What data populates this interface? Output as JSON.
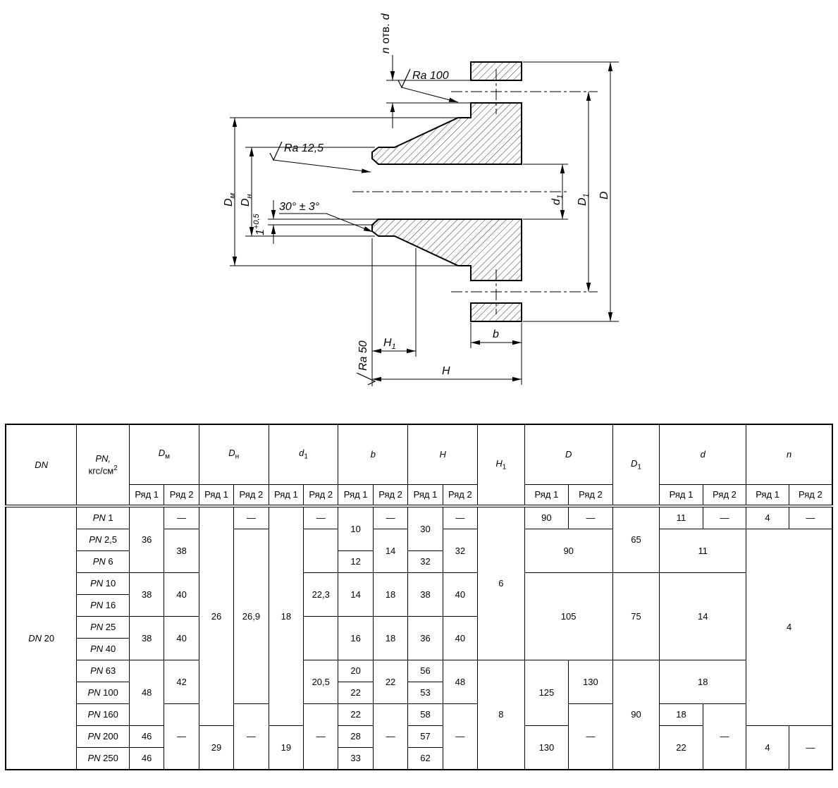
{
  "drawing": {
    "labels": {
      "n_holes": {
        "n": "n",
        "otv": "отв.",
        "d": "d"
      },
      "ra100": "Ra 100",
      "ra125": "Ra 12,5",
      "ra50": "Ra 50",
      "chamfer": {
        "base": "1",
        "sup": "+0,5"
      },
      "angle": "30° ± 3°",
      "dm": {
        "base": "D",
        "sub": "м"
      },
      "dn": {
        "base": "D",
        "sub": "н"
      },
      "d1": {
        "base": "d",
        "sub": "1"
      },
      "D1": {
        "base": "D",
        "sub": "1"
      },
      "D": "D",
      "H1": {
        "base": "H",
        "sub": "1"
      },
      "H": "H",
      "b": "b"
    }
  },
  "table": {
    "header": {
      "dn": "DN",
      "pn": {
        "base": "PN,",
        "unit": "кгс/см",
        "sup": "2"
      },
      "dm": {
        "base": "D",
        "sub": "м"
      },
      "dnn": {
        "base": "D",
        "sub": "н"
      },
      "d1": {
        "base": "d",
        "sub": "1"
      },
      "b": "b",
      "H": "H",
      "H1": {
        "base": "H",
        "sub": "1"
      },
      "D": "D",
      "D1": {
        "base": "D",
        "sub": "1"
      },
      "d": "d",
      "n": "n",
      "row1": "Ряд 1",
      "row2": "Ряд 2"
    },
    "dn_prefix": "DN",
    "dn_num": "20",
    "pn_prefix": "PN",
    "pn_rows": [
      "1",
      "2,5",
      "6",
      "10",
      "16",
      "25",
      "40",
      "63",
      "100",
      "160",
      "200",
      "250"
    ],
    "cells": {
      "dm1_a": "36",
      "dm1_b": "38",
      "dm1_c": "38",
      "dm1_d": "48",
      "dm1_e": "46",
      "dm1_f": "46",
      "dm2_a": "—",
      "dm2_b": "38",
      "dm2_c": "40",
      "dm2_d": "40",
      "dm2_e": "42",
      "dm2_f": "—",
      "dn1_a": "26",
      "dn1_b": "29",
      "dn2_a": "—",
      "dn2_b": "26,9",
      "dn2_c": "—",
      "d11_a": "18",
      "d11_b": "19",
      "d12_a": "—",
      "d12_b": "",
      "d12_c": "22,3",
      "d12_d": "",
      "d12_e": "20,5",
      "d12_f": "—",
      "b1_a": "10",
      "b1_b": "12",
      "b1_c": "14",
      "b1_d": "16",
      "b1_e": "20",
      "b1_f": "22",
      "b1_g": "22",
      "b1_h": "28",
      "b1_i": "33",
      "b2_a": "—",
      "b2_b": "14",
      "b2_c": "18",
      "b2_d": "18",
      "b2_e": "22",
      "b2_f": "—",
      "h1_a": "30",
      "h1_b": "32",
      "h1_c": "38",
      "h1_d": "36",
      "h1_e": "56",
      "h1_f": "53",
      "h1_g": "58",
      "h1_h": "57",
      "h1_i": "62",
      "h2_a": "—",
      "h2_b": "32",
      "h2_c": "40",
      "h2_d": "40",
      "h2_e": "48",
      "h2_f": "—",
      "hh1_a": "6",
      "hh1_b": "8",
      "dd1_a": "90",
      "dd2_a": "—",
      "dd_b": "90",
      "dd_c": "105",
      "dd1_d": "125",
      "dd2_d": "130",
      "dd2_e": "—",
      "dd1_e": "130",
      "dc_a": "65",
      "dc_b": "75",
      "dc_c": "90",
      "ds1_a": "11",
      "ds2_a": "—",
      "ds_b": "11",
      "ds_c": "14",
      "ds_d": "18",
      "ds1_e": "18",
      "ds2_e": "—",
      "ds1_f": "22",
      "n1_a": "4",
      "n2_a": "—",
      "n_b": "4",
      "n1_c": "4",
      "n2_c": "—"
    }
  }
}
